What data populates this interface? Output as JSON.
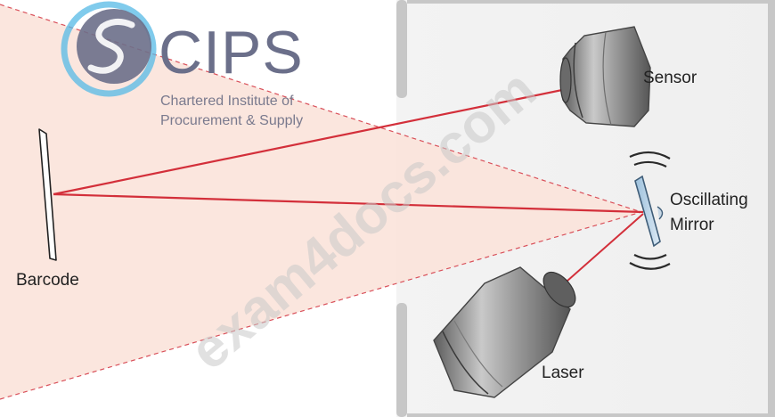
{
  "logo": {
    "wordmark": "CIPS",
    "subtitle_line1": "Chartered Institute of",
    "subtitle_line2": "Procurement & Supply",
    "color": "#6b6f8a",
    "ring_color": "#55b9e6"
  },
  "watermark": "exam4docs.com",
  "labels": {
    "barcode": "Barcode",
    "sensor": "Sensor",
    "oscillating": "Oscillating",
    "mirror": "Mirror",
    "laser": "Laser"
  },
  "colors": {
    "beam": "#d32f3a",
    "beam_fill": "#fbe3da",
    "housing": "#f1f1f1",
    "housing_border": "#c7c7c7"
  }
}
